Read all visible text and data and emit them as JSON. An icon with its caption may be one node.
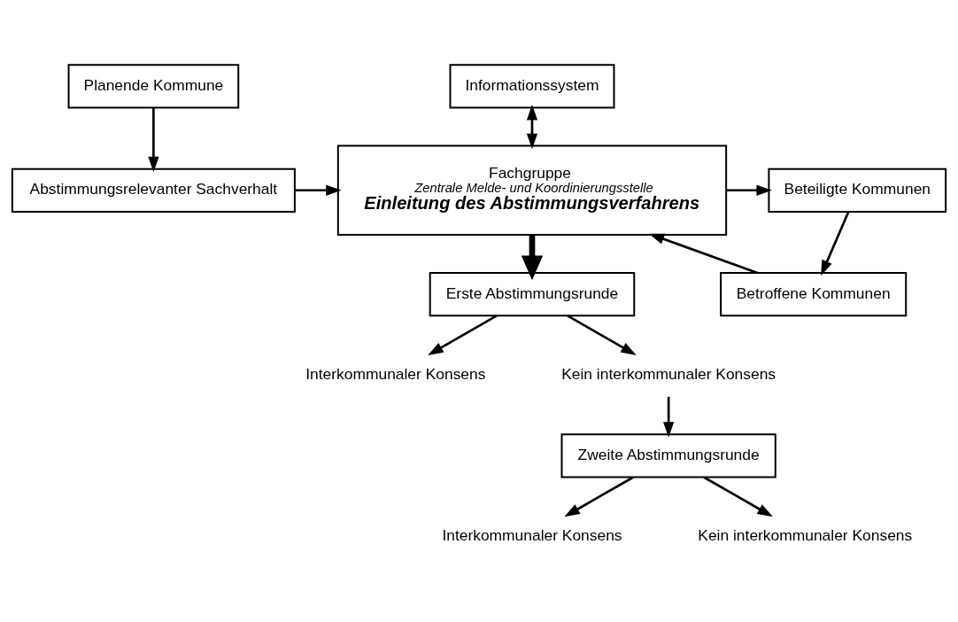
{
  "diagram": {
    "nodes": [
      {
        "text": [
          "Planende Kommune"
        ]
      },
      {
        "text": [
          "Informationssystem"
        ]
      },
      {
        "text": [
          "Abstimmungsrelevanter Sachverhalt"
        ]
      },
      {
        "text": [
          "Fachgruppe",
          "Zentrale Melde- und Koordinierungsstelle",
          "Einleitung des Abstimmungsverfahrens"
        ]
      },
      {
        "text": [
          "Beteiligte Kommunen"
        ]
      },
      {
        "text": [
          "Betroffene Kommunen"
        ]
      },
      {
        "text": [
          "Erste Abstimmungsrunde"
        ]
      },
      {
        "text": [
          "Interkommunaler Konsens"
        ]
      },
      {
        "text": [
          "Kein interkommunaler Konsens"
        ]
      },
      {
        "text": [
          "Zweite Abstimmungsrunde"
        ]
      },
      {
        "text": [
          "Interkommunaler Konsens"
        ]
      },
      {
        "text": [
          "Kein interkommunaler Konsens"
        ]
      }
    ],
    "edges": [
      {
        "from": 0,
        "to": 2,
        "arrow": "to"
      },
      {
        "from": 1,
        "to": 3,
        "arrow": "both"
      },
      {
        "from": 2,
        "to": 3,
        "arrow": "to"
      },
      {
        "from": 3,
        "to": 4,
        "arrow": "to"
      },
      {
        "from": 4,
        "to": 5,
        "arrow": "to"
      },
      {
        "from": 5,
        "to": 3,
        "arrow": "to"
      },
      {
        "from": 3,
        "to": 6,
        "arrow": "to",
        "style": "thick"
      },
      {
        "from": 6,
        "to": 7,
        "arrow": "to"
      },
      {
        "from": 6,
        "to": 8,
        "arrow": "to"
      },
      {
        "from": 8,
        "to": 9,
        "arrow": "to"
      },
      {
        "from": 9,
        "to": 10,
        "arrow": "to"
      },
      {
        "from": 9,
        "to": 11,
        "arrow": "to"
      }
    ]
  }
}
